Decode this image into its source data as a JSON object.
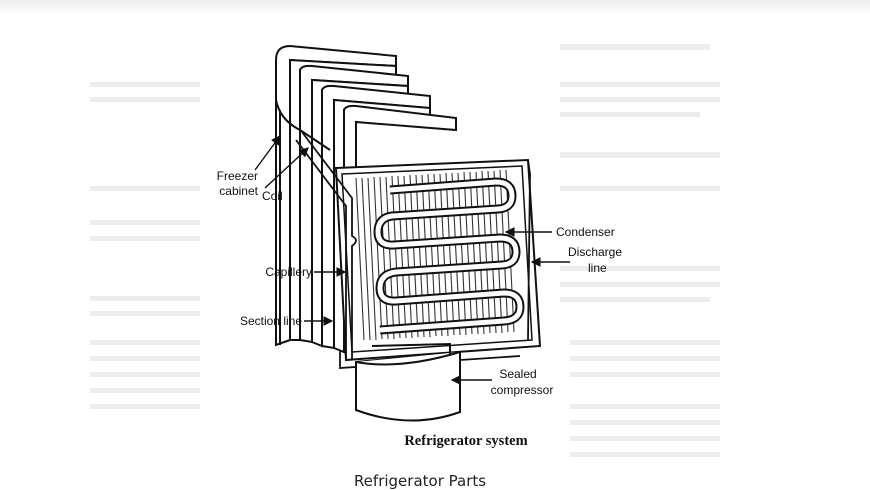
{
  "figure": {
    "labels": {
      "freezer_line1": "Freezer",
      "freezer_line2": "cabinet",
      "coil": "Coil",
      "capillery": "Capillery",
      "section_line": "Section line",
      "condenser": "Condenser",
      "discharge_line1": "Discharge",
      "discharge_line2": "line",
      "compressor_line1": "Sealed",
      "compressor_line2": "compressor"
    },
    "title": "Refrigerator system"
  },
  "caption": "Refrigerator Parts"
}
